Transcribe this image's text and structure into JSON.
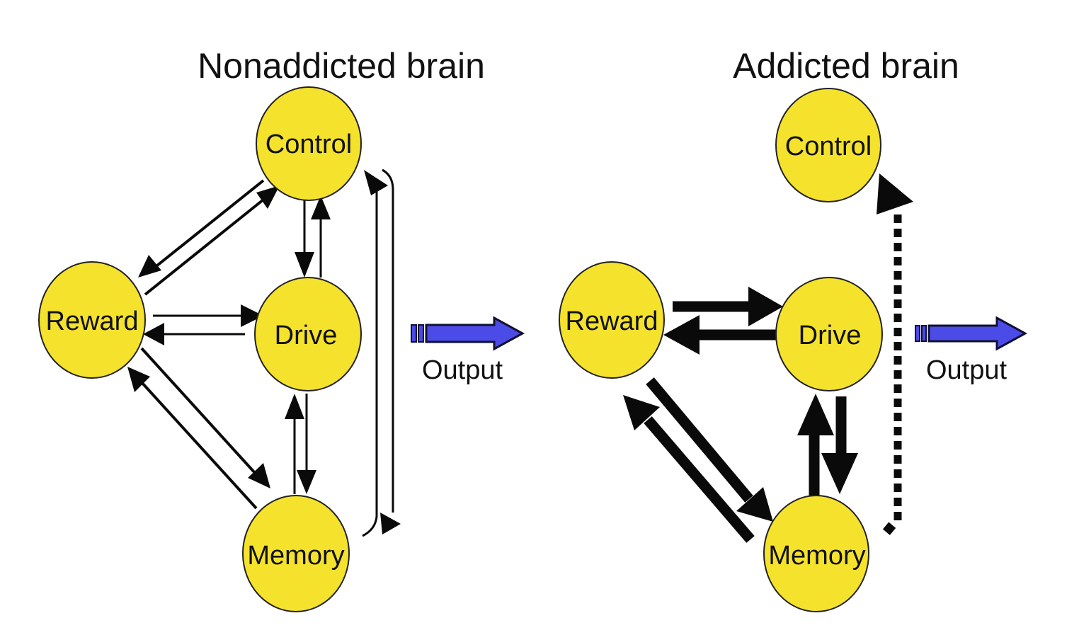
{
  "colors": {
    "node_fill": "#F5E22C",
    "node_stroke": "#222222",
    "edge": "#0a0a0a",
    "output_fill": "#4B4BE8",
    "output_stroke": "#101030"
  },
  "panels": [
    {
      "id": "nonaddicted",
      "title": "Nonaddicted brain",
      "nodes": {
        "control": "Control",
        "reward": "Reward",
        "drive": "Drive",
        "memory": "Memory"
      },
      "edges": [
        {
          "from": "Control",
          "to": "Reward",
          "weight": "normal"
        },
        {
          "from": "Reward",
          "to": "Control",
          "weight": "normal"
        },
        {
          "from": "Control",
          "to": "Drive",
          "weight": "normal"
        },
        {
          "from": "Drive",
          "to": "Control",
          "weight": "normal"
        },
        {
          "from": "Reward",
          "to": "Drive",
          "weight": "normal"
        },
        {
          "from": "Drive",
          "to": "Reward",
          "weight": "normal"
        },
        {
          "from": "Reward",
          "to": "Memory",
          "weight": "normal"
        },
        {
          "from": "Memory",
          "to": "Reward",
          "weight": "normal"
        },
        {
          "from": "Drive",
          "to": "Memory",
          "weight": "normal"
        },
        {
          "from": "Memory",
          "to": "Drive",
          "weight": "normal"
        },
        {
          "from": "Memory",
          "to": "Control",
          "weight": "normal"
        },
        {
          "from": "Control",
          "to": "Memory",
          "weight": "normal"
        }
      ],
      "output_label": "Output"
    },
    {
      "id": "addicted",
      "title": "Addicted brain",
      "nodes": {
        "control": "Control",
        "reward": "Reward",
        "drive": "Drive",
        "memory": "Memory"
      },
      "edges": [
        {
          "from": "Reward",
          "to": "Drive",
          "weight": "strong"
        },
        {
          "from": "Drive",
          "to": "Reward",
          "weight": "strong"
        },
        {
          "from": "Reward",
          "to": "Memory",
          "weight": "strong"
        },
        {
          "from": "Memory",
          "to": "Reward",
          "weight": "strong"
        },
        {
          "from": "Drive",
          "to": "Memory",
          "weight": "strong"
        },
        {
          "from": "Memory",
          "to": "Drive",
          "weight": "strong"
        },
        {
          "from": "Memory",
          "to": "Control",
          "weight": "weak (dotted)"
        }
      ],
      "output_label": "Output"
    }
  ]
}
